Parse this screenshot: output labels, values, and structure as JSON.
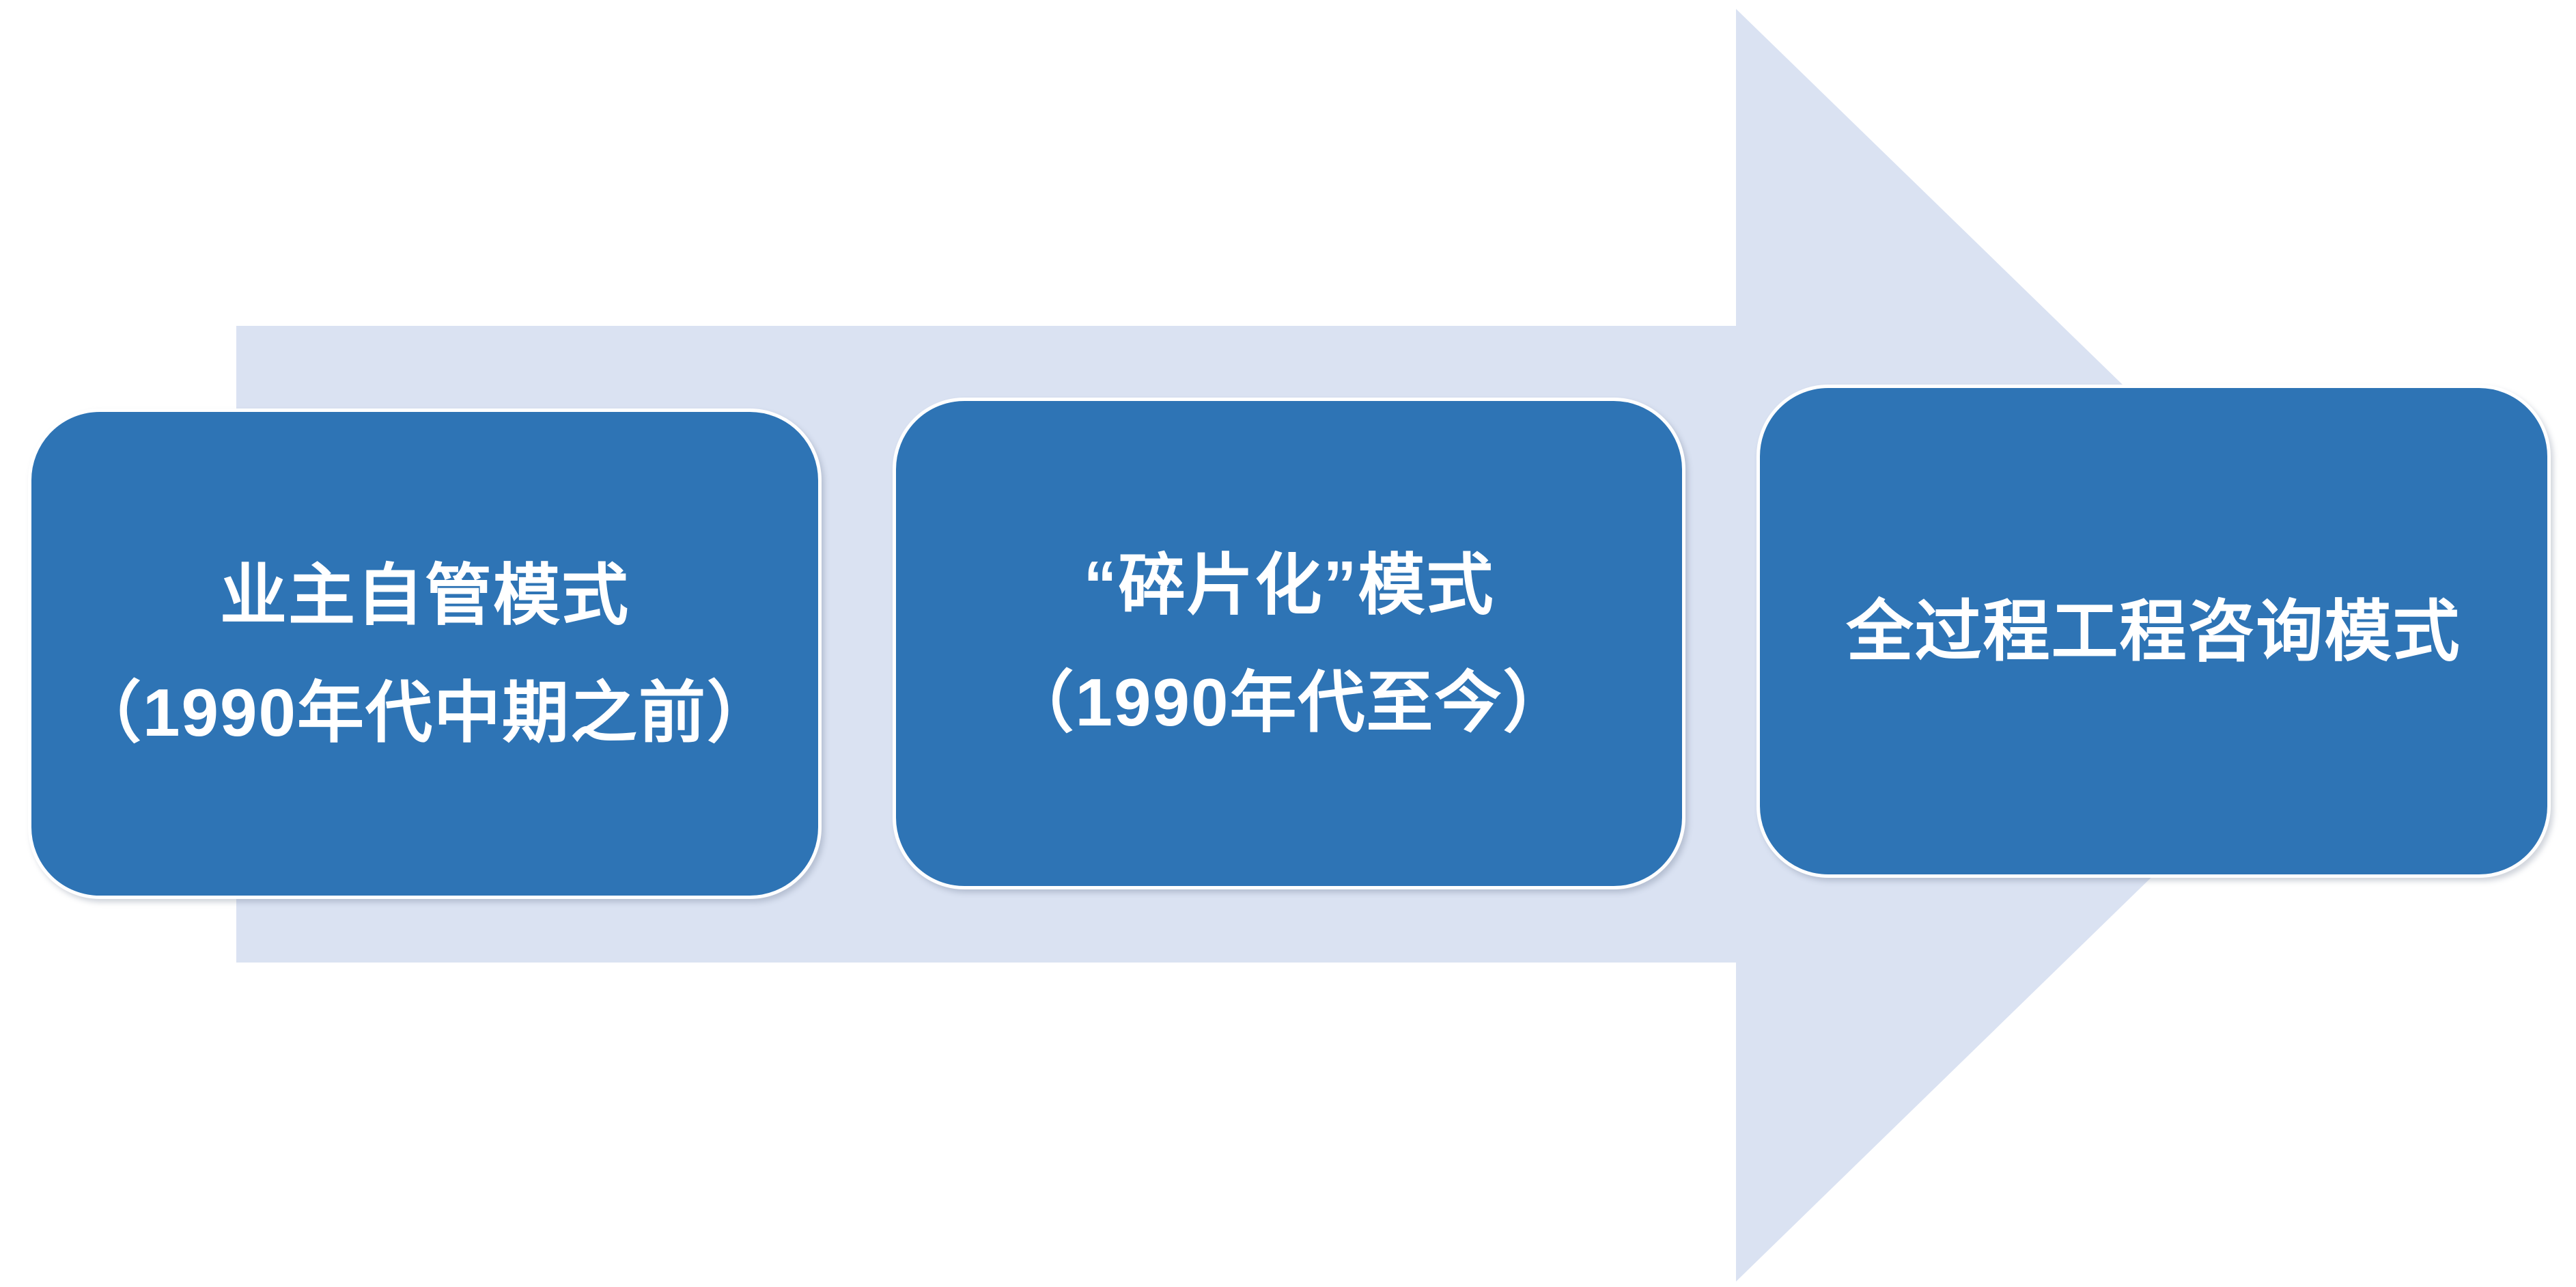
{
  "theme": {
    "box_fill": "#2e74b5",
    "box_text": "#ffffff",
    "arrow_fill": "#dae2f2",
    "page_bg": "#ffffff"
  },
  "diagram": {
    "description": "Evolution of engineering consulting models, left-to-right process arrow",
    "arrow_direction": "right",
    "stages": [
      {
        "line1": "业主自管模式",
        "line2": "（1990年代中期之前）"
      },
      {
        "line1": "“碎片化”模式",
        "line2": "（1990年代至今）"
      },
      {
        "line1": "全过程工程咨询模式",
        "line2": ""
      }
    ]
  }
}
